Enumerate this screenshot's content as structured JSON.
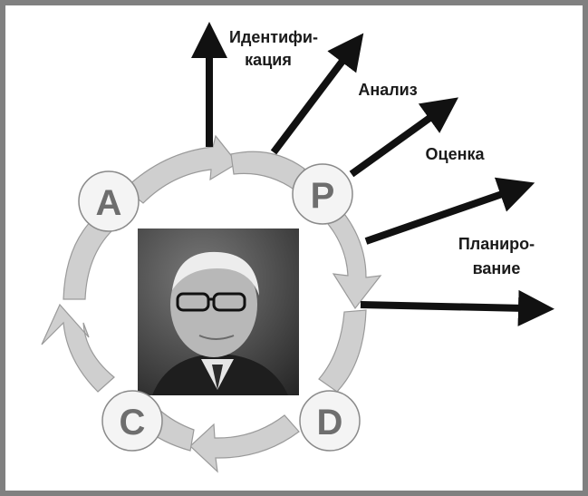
{
  "cycle": {
    "letters": {
      "a": "A",
      "p": "P",
      "d": "D",
      "c": "C"
    }
  },
  "arrows": {
    "identification": {
      "line1": "Идентифи-",
      "line2": "кация"
    },
    "analysis": {
      "label": "Анализ"
    },
    "evaluation": {
      "label": "Оценка"
    },
    "planning": {
      "line1": "Планиро-",
      "line2": "вание"
    }
  },
  "photo": {
    "alt": "portrait"
  },
  "colors": {
    "ring": "#cfcfcf",
    "ring_stroke": "#9a9a9a",
    "arrow": "#111111",
    "frame": "#808080"
  }
}
